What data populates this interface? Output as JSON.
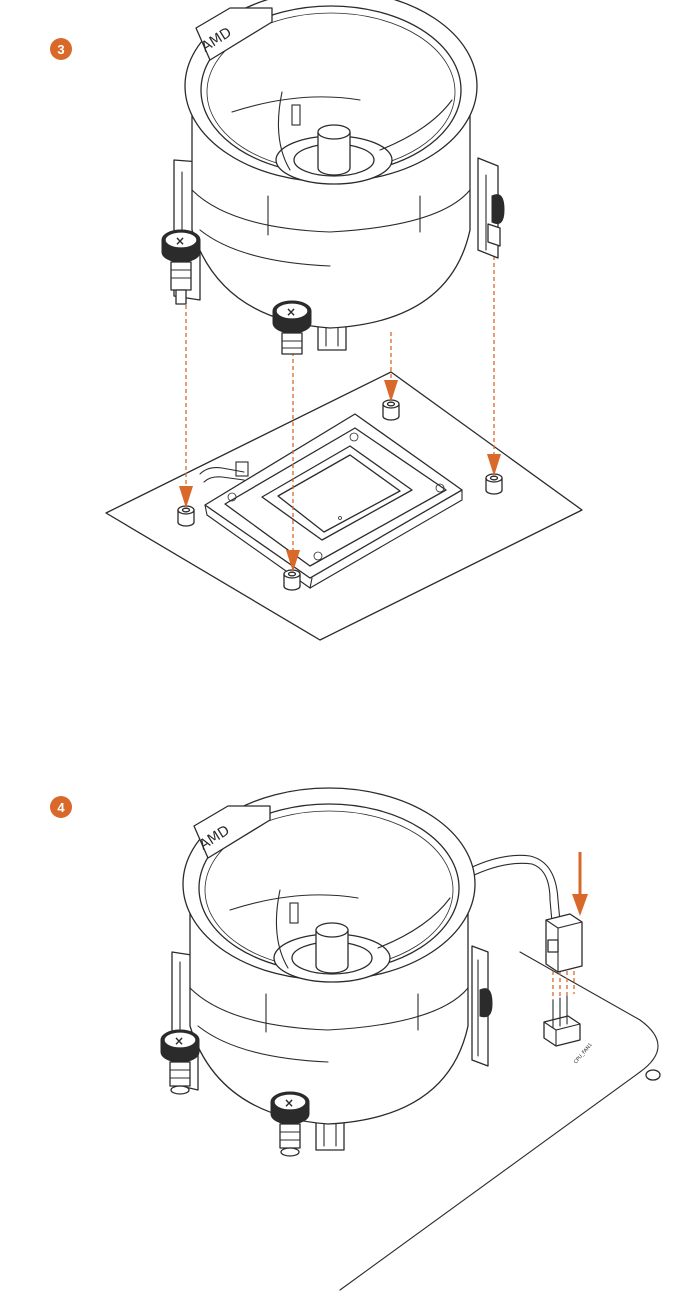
{
  "steps": [
    {
      "number": "3"
    },
    {
      "number": "4"
    }
  ],
  "cooler_logo_text": "AMD",
  "header_label": "CPU_FAN1",
  "colors": {
    "accent": "#d9692a",
    "line": "#2b2b2b",
    "background": "#ffffff"
  }
}
